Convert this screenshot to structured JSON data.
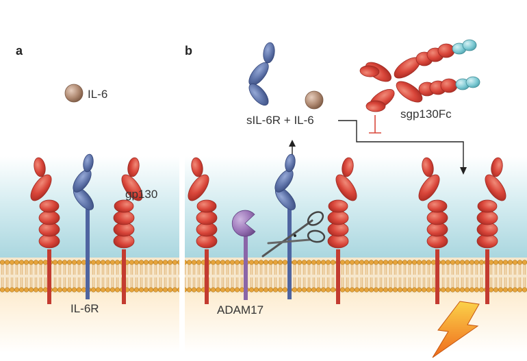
{
  "panels": {
    "a": {
      "letter": "a",
      "ligand_label": "IL-6",
      "receptor_label": "gp130",
      "il6r_label": "IL-6R"
    },
    "b": {
      "letter": "b",
      "complex_label": "sIL-6R + IL-6",
      "sgp130fc_label": "sgp130Fc",
      "protease_label": "ADAM17"
    }
  },
  "colors": {
    "gp130": "#d9463a",
    "il6r": "#5b70a6",
    "il6": "#b08a72",
    "adam17": "#9b75b8",
    "fc": "#7cc9d3",
    "membrane_head": "#e6a43c",
    "medium_top": "#bfe1e8",
    "cytoplasm": "#fdf1dc",
    "inhibit": "#d9463a",
    "bolt": "#f29a1f"
  },
  "icons": [
    "scissors-icon",
    "lightning-bolt-icon"
  ]
}
